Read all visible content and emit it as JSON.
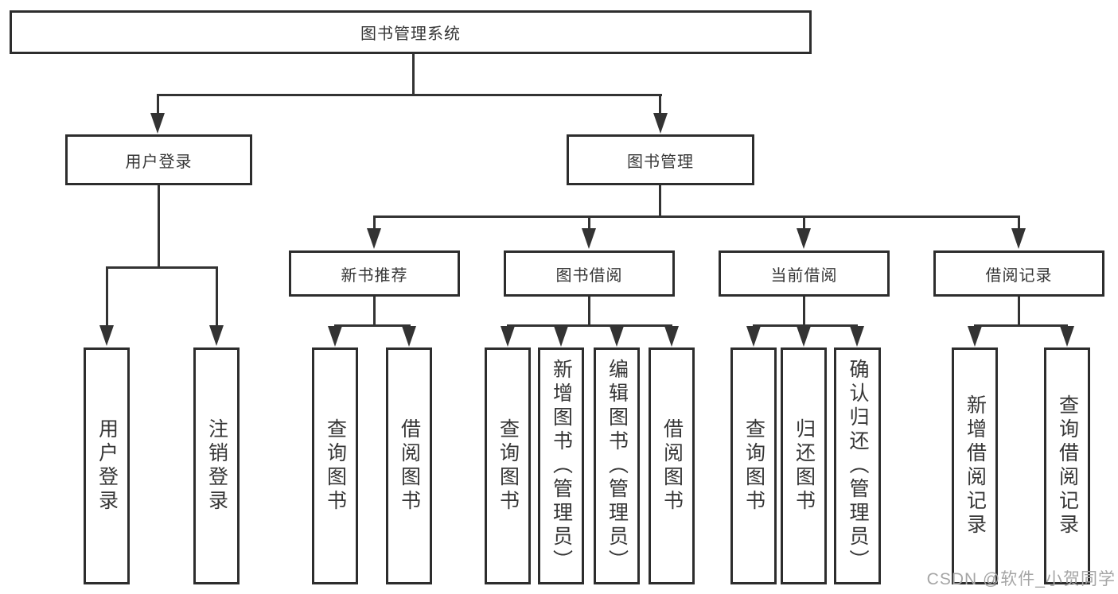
{
  "colors": {
    "line": "#333333",
    "box_border": "#2d2d2d",
    "text": "#363636",
    "watermark": "#a6a6a6",
    "background": "#ffffff"
  },
  "root": {
    "label": "图书管理系统"
  },
  "level2": [
    {
      "label": "用户登录"
    },
    {
      "label": "图书管理"
    }
  ],
  "level3": [
    {
      "label": "新书推荐"
    },
    {
      "label": "图书借阅"
    },
    {
      "label": "当前借阅"
    },
    {
      "label": "借阅记录"
    }
  ],
  "leaves": {
    "login": [
      "用户登录",
      "注销登录"
    ],
    "recommend": [
      "查询图书",
      "借阅图书"
    ],
    "borrow": [
      "查询图书",
      "新增图书（管理员）",
      "编辑图书（管理员）",
      "借阅图书"
    ],
    "current": [
      "查询图书",
      "归还图书",
      "确认归还（管理员）"
    ],
    "records": [
      "新增借阅记录",
      "查询借阅记录"
    ]
  },
  "watermark": "CSDN @软件_小贺同学"
}
